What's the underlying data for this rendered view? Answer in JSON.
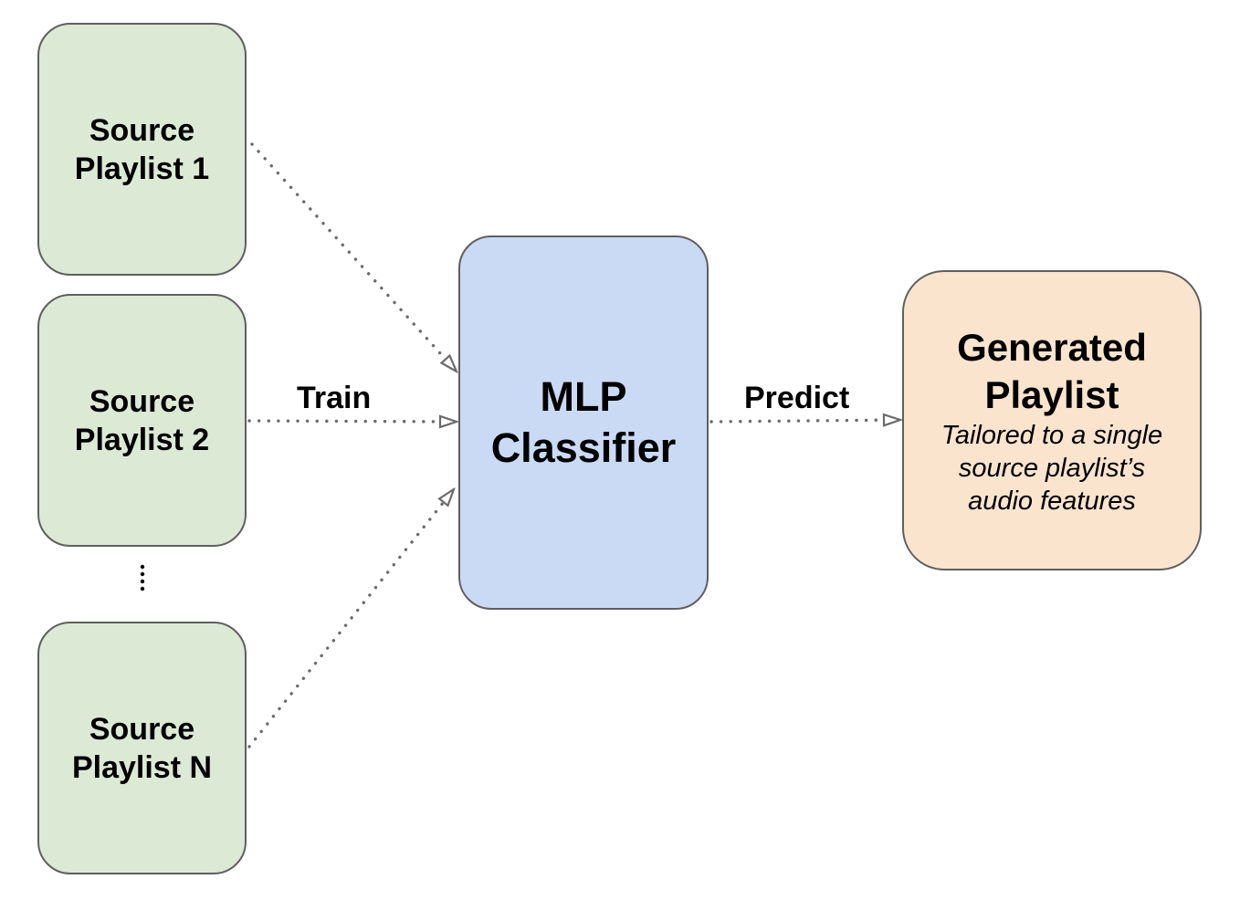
{
  "colors": {
    "source_fill": "#dce9d5",
    "classifier_fill": "#cadaf5",
    "generated_fill": "#fbe4cd",
    "border": "#5f5f5f",
    "connector": "#6b6b6b"
  },
  "nodes": {
    "source_1": {
      "lines": [
        "Source",
        "Playlist 1"
      ]
    },
    "source_2": {
      "lines": [
        "Source",
        "Playlist 2"
      ]
    },
    "source_n": {
      "lines": [
        "Source",
        "Playlist N"
      ]
    },
    "classifier": {
      "lines": [
        "MLP",
        "Classifier"
      ]
    },
    "generated": {
      "title_lines": [
        "Generated",
        "Playlist"
      ],
      "description_lines": [
        "Tailored to a single",
        "source playlist’s",
        "audio features"
      ]
    }
  },
  "edge_labels": {
    "train": "Train",
    "predict": "Predict"
  },
  "edges": [
    {
      "from": "source_1",
      "to": "classifier",
      "style": "dotted",
      "arrow": "open-triangle"
    },
    {
      "from": "source_2",
      "to": "classifier",
      "style": "dotted",
      "arrow": "open-triangle",
      "label": "train"
    },
    {
      "from": "source_n",
      "to": "classifier",
      "style": "dotted",
      "arrow": "open-triangle"
    },
    {
      "from": "classifier",
      "to": "generated",
      "style": "dotted",
      "arrow": "open-triangle",
      "label": "predict"
    }
  ],
  "ellipsis_between": [
    "source_2",
    "source_n"
  ]
}
